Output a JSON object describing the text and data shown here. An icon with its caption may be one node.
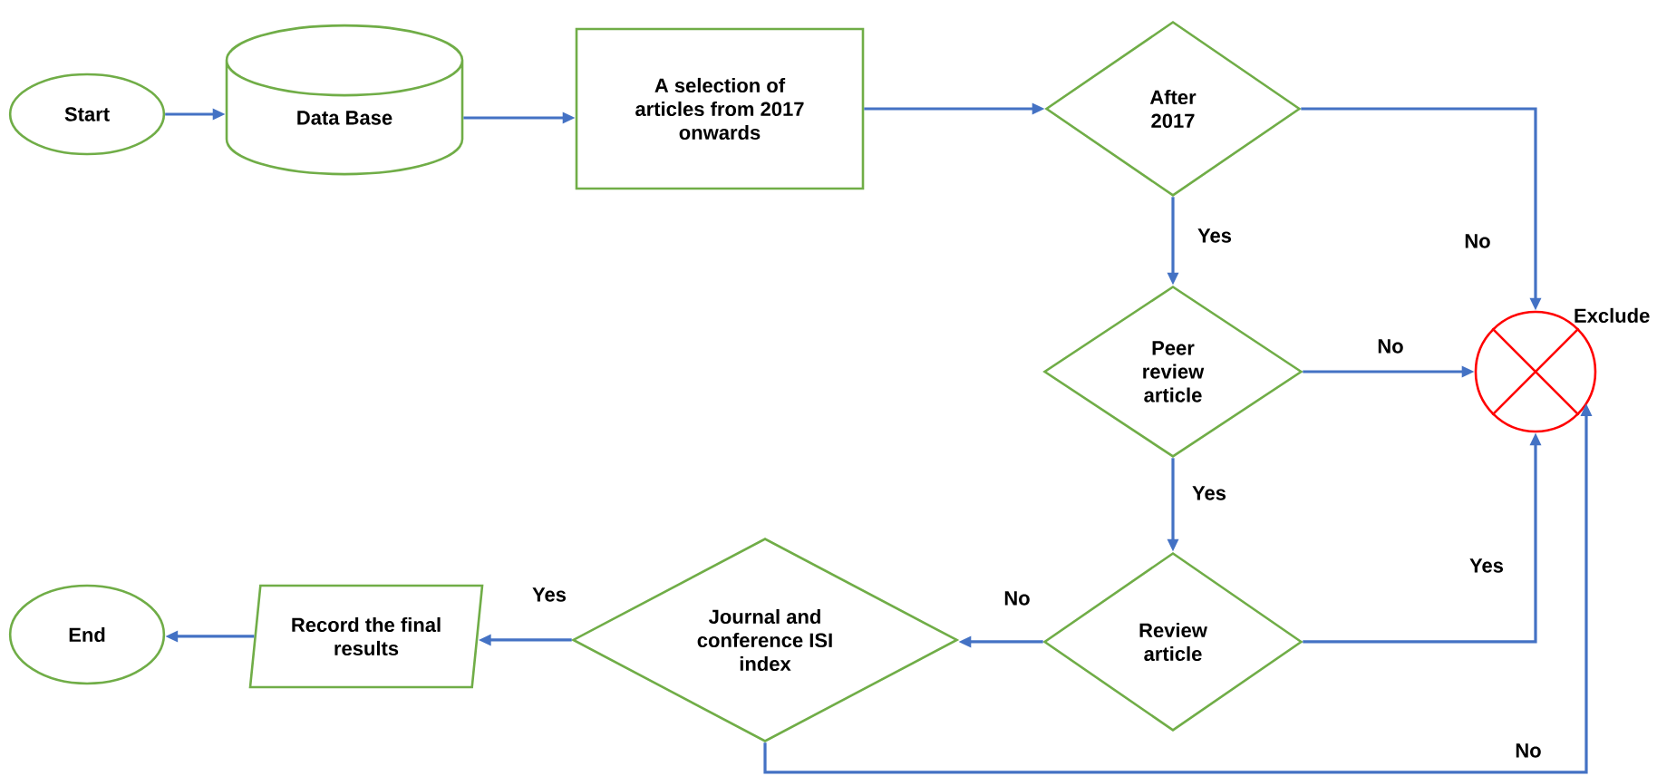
{
  "diagram": {
    "nodes": [
      {
        "text": [
          "Start"
        ]
      },
      {
        "text": [
          "Data Base"
        ]
      },
      {
        "text": [
          "A selection of articles from 2017 onwards"
        ]
      },
      {
        "text": [
          "After 2017"
        ]
      },
      {
        "text": [
          "Peer review article"
        ]
      },
      {
        "text": [],
        "shape": "circle",
        "beside": [
          "Exclude"
        ]
      },
      {
        "text": [
          "Review article"
        ]
      },
      {
        "text": [
          "Journal and conference ISI index"
        ]
      },
      {
        "text": [
          "Record the final results"
        ]
      },
      {
        "text": [
          "End"
        ]
      }
    ],
    "edges": [
      {
        "from": 0,
        "to": 1,
        "arrow": "to"
      },
      {
        "from": 1,
        "to": 2,
        "arrow": "to"
      },
      {
        "from": 2,
        "to": 3,
        "arrow": "to"
      },
      {
        "from": 3,
        "to": 5,
        "arrow": "to",
        "label": "No"
      },
      {
        "from": 3,
        "to": 4,
        "arrow": "to",
        "label": "Yes"
      },
      {
        "from": 4,
        "to": 5,
        "arrow": "to",
        "label": "No"
      },
      {
        "from": 4,
        "to": 6,
        "arrow": "to",
        "label": "Yes"
      },
      {
        "from": 6,
        "to": 5,
        "arrow": "to",
        "label": "Yes"
      },
      {
        "from": 6,
        "to": 7,
        "arrow": "to",
        "label": "No"
      },
      {
        "from": 7,
        "to": 8,
        "arrow": "to",
        "label": "Yes"
      },
      {
        "from": 8,
        "to": 9,
        "arrow": "to"
      },
      {
        "from": 7,
        "to": 5,
        "arrow": "to",
        "label": "No"
      }
    ]
  }
}
